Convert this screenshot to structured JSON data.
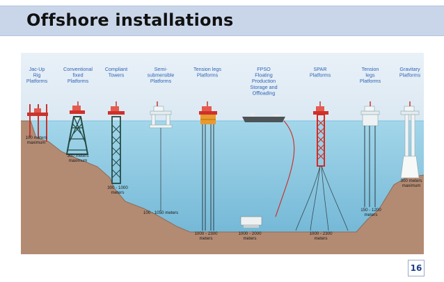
{
  "slide": {
    "title": "Offshore installations",
    "page_number": "16"
  },
  "diagram": {
    "platforms": [
      {
        "label": [
          "Jac-Up",
          "Rig",
          "Platforms"
        ],
        "depth": [
          "100 meters",
          "maximum"
        ]
      },
      {
        "label": [
          "Conventional",
          "fixed",
          "Platforms"
        ],
        "depth": [
          "300 meters",
          "maximum"
        ]
      },
      {
        "label": [
          "Compliant",
          "Towers"
        ],
        "depth": [
          "300 - 1000",
          "meters"
        ]
      },
      {
        "label": [
          "Semi-",
          "submersible",
          "Platforms"
        ],
        "depth": [
          "100 - 1050 meters"
        ]
      },
      {
        "label": [
          "Tension legs",
          "Platforms"
        ],
        "depth": [
          "1000 - 2300",
          "meters"
        ]
      },
      {
        "label": [
          "FPSO",
          "Floating",
          "Production",
          "Storage and",
          "Offloading"
        ],
        "depth": [
          "1000 - 2000",
          "meters"
        ]
      },
      {
        "label": [
          "SPAR",
          "Platforms"
        ],
        "depth": [
          "1000 - 2300",
          "meters"
        ]
      },
      {
        "label": [
          "Tension",
          "legs",
          "Platforms"
        ],
        "depth": [
          "150 - 1200",
          "meters"
        ]
      },
      {
        "label": [
          "Gravitary",
          "Platforms"
        ],
        "depth": [
          "300 meters",
          "maximum"
        ]
      }
    ],
    "colors": {
      "sky": "#e3edf6",
      "water_top": "#9ed3e8",
      "water_bottom": "#6fb7d6",
      "seabed": "#b48a72",
      "label_blue": "#2f63b3",
      "tower_red": "#d42a22",
      "tower_dark": "#2b4b46"
    }
  }
}
